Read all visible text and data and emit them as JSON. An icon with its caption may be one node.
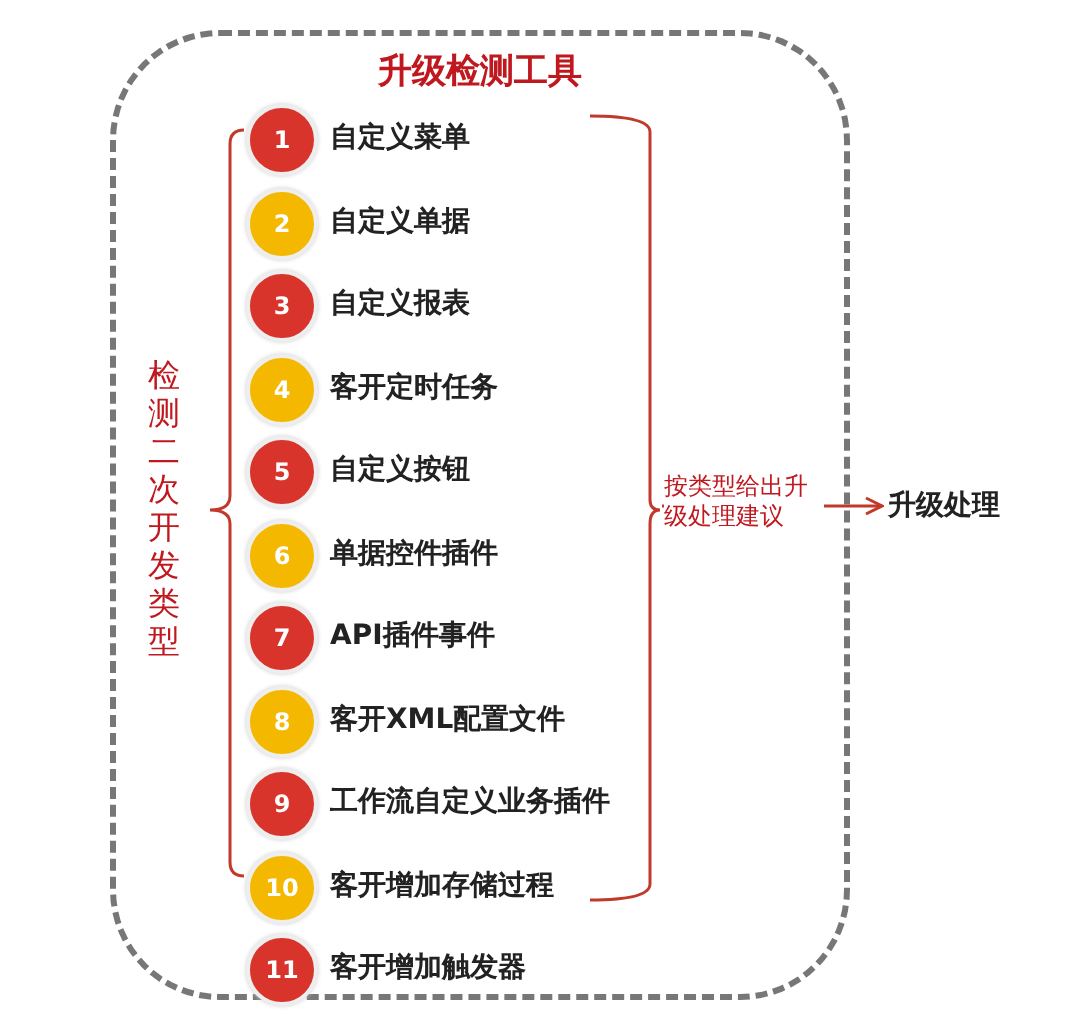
{
  "diagram": {
    "nodes": [
      {
        "text": [
          "升级检测工具"
        ]
      },
      {
        "text": [
          "1",
          "自定义菜单"
        ],
        "in": 0
      },
      {
        "text": [
          "2",
          "自定义单据"
        ],
        "in": 0
      },
      {
        "text": [
          "3",
          "自定义报表"
        ],
        "in": 0
      },
      {
        "text": [
          "4",
          "客开定时任务"
        ],
        "in": 0
      },
      {
        "text": [
          "5",
          "自定义按钮"
        ],
        "in": 0
      },
      {
        "text": [
          "6",
          "单据控件插件"
        ],
        "in": 0
      },
      {
        "text": [
          "7",
          "API插件事件"
        ],
        "in": 0
      },
      {
        "text": [
          "8",
          "客开XML配置文件"
        ],
        "in": 0
      },
      {
        "text": [
          "9",
          "工作流自定义业务插件"
        ],
        "in": 0
      },
      {
        "text": [
          "10",
          "客开增加存储过程"
        ],
        "in": 0
      },
      {
        "text": [
          "11",
          "客开增加触发器"
        ],
        "in": 0
      },
      {
        "text": [],
        "shape": "bracket",
        "in": 0
      },
      {
        "text": [
          "升级处理"
        ]
      }
    ],
    "edges": [
      {
        "from": 12,
        "to": 13,
        "arrow": "to",
        "label": "按类型给出升级处理建议"
      }
    ],
    "labels": [
      "检测二次开发类型"
    ]
  }
}
